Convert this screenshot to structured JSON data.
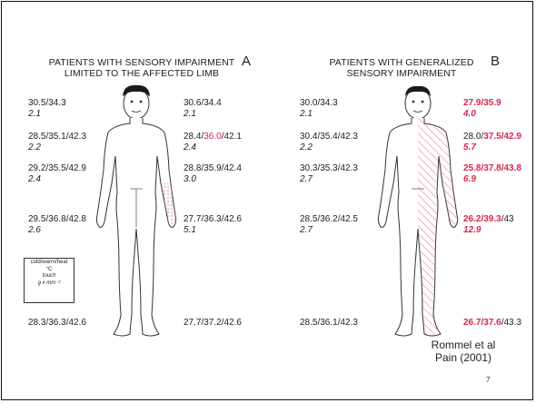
{
  "panel_a": {
    "title_line1": "PATIENTS WITH SENSORY IMPAIRMENT",
    "title_line2": "LIMITED TO THE AFFECTED LIMB",
    "letter": "A",
    "left": [
      {
        "v": "30.5/34.3",
        "t": "2.1"
      },
      {
        "v": "28.5/35.1/42.3",
        "t": "2.2"
      },
      {
        "v": "29.2/35.5/42.9",
        "t": "2.4"
      },
      {
        "v": "29.5/36.8/42.8",
        "t": "2.6"
      },
      {
        "v": "28.3/36.3/42.6",
        "t": ""
      }
    ],
    "right": [
      {
        "v": "30.6/34.4",
        "t": "2.1"
      },
      {
        "a": "28.4/",
        "b": "36.0",
        "c": "/42.1",
        "t": "2.4"
      },
      {
        "v": "28.8/35.9/42.4",
        "t": "3.0"
      },
      {
        "v": "27.7/36.3/42.6",
        "t": "5.1"
      },
      {
        "v": "27.7/37.2/42.6",
        "t": ""
      }
    ]
  },
  "panel_b": {
    "title_line1": "PATIENTS WITH GENERALIZED",
    "title_line2": "SENSORY IMPAIRMENT",
    "letter": "B",
    "left": [
      {
        "v": "30.0/34.3",
        "t": "2.1"
      },
      {
        "v": "30.4/35.4/42.3",
        "t": "2.2"
      },
      {
        "v": "30.3/35.3/42.3",
        "t": "2.7"
      },
      {
        "v": "28.5/36.2/42.5",
        "t": "2.7"
      },
      {
        "v": "28.5/36.1/42.3",
        "t": ""
      }
    ],
    "right": [
      {
        "v": "27.9/35.9",
        "t": "4.0"
      },
      {
        "a": "28.0/",
        "b": "37.5/42.9",
        "t": "5.7"
      },
      {
        "v": "25.8/37.8/43.8",
        "t": "6.9"
      },
      {
        "a": "26.2/39.3",
        "b": "/43",
        "t": "12.9"
      },
      {
        "a": "26.7/37.6",
        "b": "/43.3"
      }
    ]
  },
  "legend": {
    "line1": "cold/warm/heat",
    "line2": "°C",
    "line3": "touch",
    "line4": "g x mm⁻²"
  },
  "citation": {
    "line1": "Rommel et al",
    "line2": "Pain (2001)"
  },
  "page_number": "7",
  "colors": {
    "highlight": "#d6254d",
    "hatch": "#e07a8a"
  }
}
